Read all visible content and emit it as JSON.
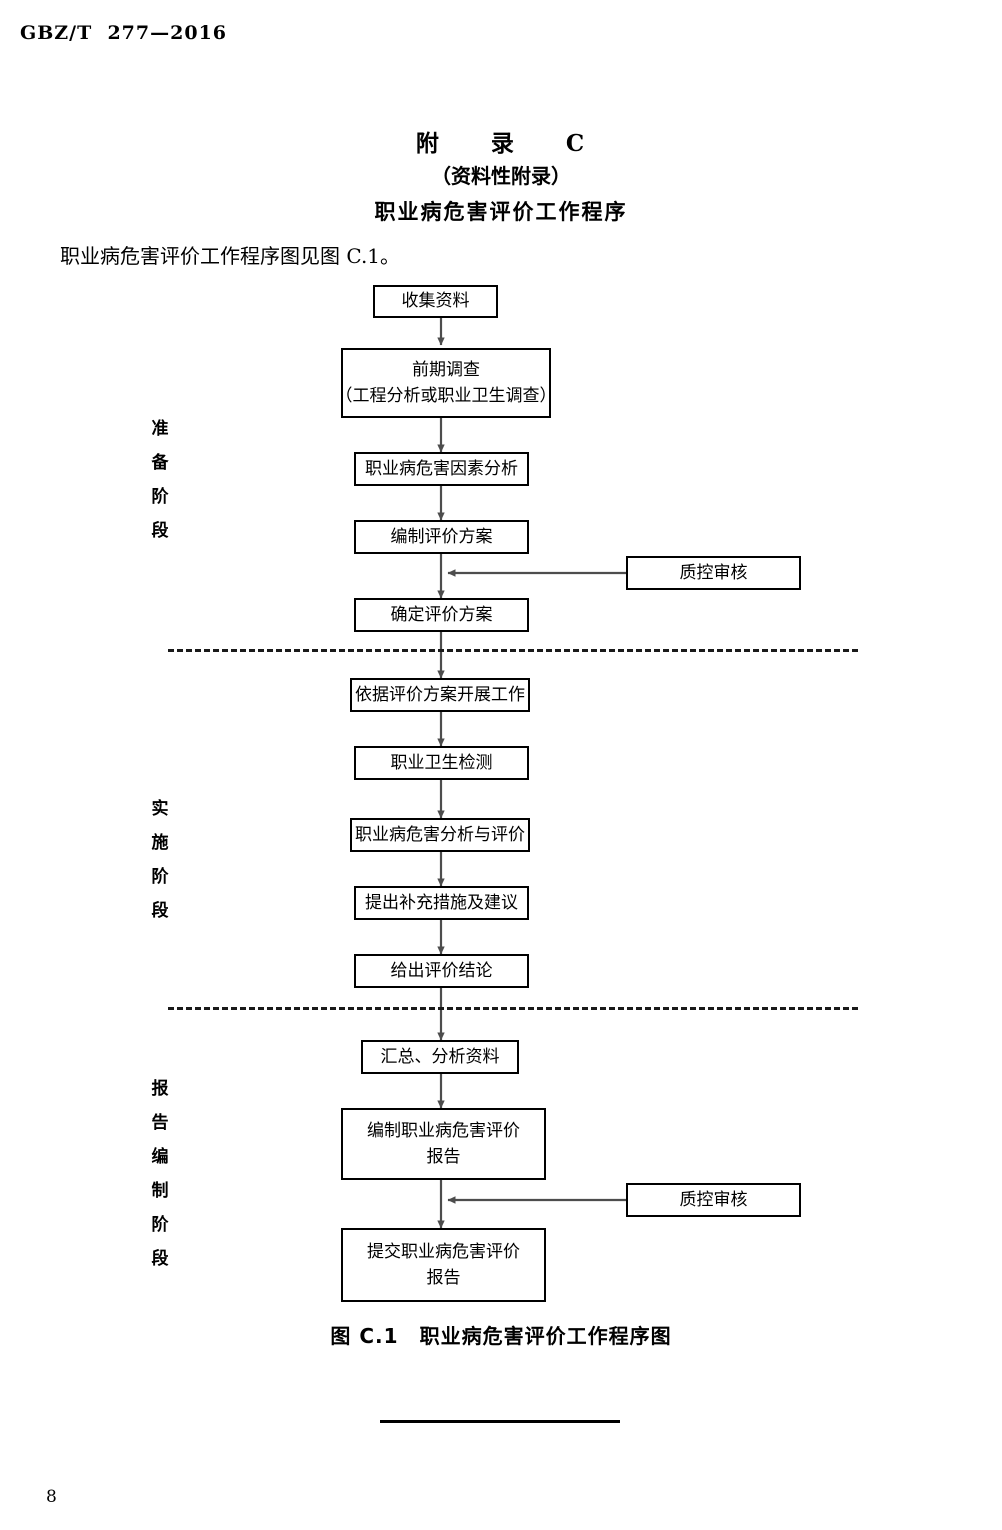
{
  "header": {
    "standard_number": "GBZ/T  277—2016"
  },
  "titles": {
    "annex": "附　　录　　C",
    "annex_type": "（资料性附录）",
    "annex_name": "职业病危害评价工作程序",
    "intro": "职业病危害评价工作程序图见图 C.1。"
  },
  "figure": {
    "caption": "图 C.1　职业病危害评价工作程序图"
  },
  "footer": {
    "page_number": "8"
  },
  "chart_data": {
    "type": "flowchart",
    "title": "职业病危害评价工作程序图",
    "stages": [
      {
        "id": "stage-prep",
        "label": "准备阶段",
        "chars": [
          "准",
          "备",
          "阶",
          "段"
        ]
      },
      {
        "id": "stage-impl",
        "label": "实施阶段",
        "chars": [
          "实",
          "施",
          "阶",
          "段"
        ]
      },
      {
        "id": "stage-report",
        "label": "报告编制阶段",
        "chars": [
          "报",
          "告",
          "编",
          "制",
          "阶",
          "段"
        ]
      }
    ],
    "nodes": [
      {
        "id": "n1",
        "stage": "stage-prep",
        "lines": [
          "收集资料"
        ]
      },
      {
        "id": "n2",
        "stage": "stage-prep",
        "lines": [
          "前期调查",
          "（工程分析或职业卫生调查）"
        ]
      },
      {
        "id": "n3",
        "stage": "stage-prep",
        "lines": [
          "职业病危害因素分析"
        ]
      },
      {
        "id": "n4",
        "stage": "stage-prep",
        "lines": [
          "编制评价方案"
        ]
      },
      {
        "id": "qc1",
        "stage": "stage-prep",
        "lines": [
          "质控审核"
        ]
      },
      {
        "id": "n5",
        "stage": "stage-prep",
        "lines": [
          "确定评价方案"
        ]
      },
      {
        "id": "n6",
        "stage": "stage-impl",
        "lines": [
          "依据评价方案开展工作"
        ]
      },
      {
        "id": "n7",
        "stage": "stage-impl",
        "lines": [
          "职业卫生检测"
        ]
      },
      {
        "id": "n8",
        "stage": "stage-impl",
        "lines": [
          "职业病危害分析与评价"
        ]
      },
      {
        "id": "n9",
        "stage": "stage-impl",
        "lines": [
          "提出补充措施及建议"
        ]
      },
      {
        "id": "n10",
        "stage": "stage-impl",
        "lines": [
          "给出评价结论"
        ]
      },
      {
        "id": "n11",
        "stage": "stage-report",
        "lines": [
          "汇总、分析资料"
        ]
      },
      {
        "id": "n12",
        "stage": "stage-report",
        "lines": [
          "编制职业病危害评价",
          "报告"
        ]
      },
      {
        "id": "qc2",
        "stage": "stage-report",
        "lines": [
          "质控审核"
        ]
      },
      {
        "id": "n13",
        "stage": "stage-report",
        "lines": [
          "提交职业病危害评价",
          "报告"
        ]
      }
    ],
    "edges": [
      {
        "from": "n1",
        "to": "n2",
        "type": "arrow-down"
      },
      {
        "from": "n2",
        "to": "n3",
        "type": "arrow-down"
      },
      {
        "from": "n3",
        "to": "n4",
        "type": "arrow-down"
      },
      {
        "from": "n4",
        "to": "n5",
        "type": "arrow-down"
      },
      {
        "from": "qc1",
        "to": "n4-n5-link",
        "type": "arrow-left"
      },
      {
        "from": "n5",
        "to": "n6",
        "type": "arrow-down"
      },
      {
        "from": "n6",
        "to": "n7",
        "type": "arrow-down"
      },
      {
        "from": "n7",
        "to": "n8",
        "type": "arrow-down"
      },
      {
        "from": "n8",
        "to": "n9",
        "type": "arrow-down"
      },
      {
        "from": "n9",
        "to": "n10",
        "type": "arrow-down"
      },
      {
        "from": "n10",
        "to": "n11",
        "type": "arrow-down"
      },
      {
        "from": "n11",
        "to": "n12",
        "type": "arrow-down"
      },
      {
        "from": "qc2",
        "to": "n12-n13-link",
        "type": "arrow-left"
      },
      {
        "from": "n12",
        "to": "n13",
        "type": "arrow-down"
      }
    ],
    "dividers": [
      {
        "id": "divider-prep-impl",
        "style": "dashed"
      },
      {
        "id": "divider-impl-report",
        "style": "dashed"
      }
    ],
    "colors": {
      "line": "#000000",
      "connector": "#4d4d4d",
      "background": "#ffffff"
    }
  }
}
